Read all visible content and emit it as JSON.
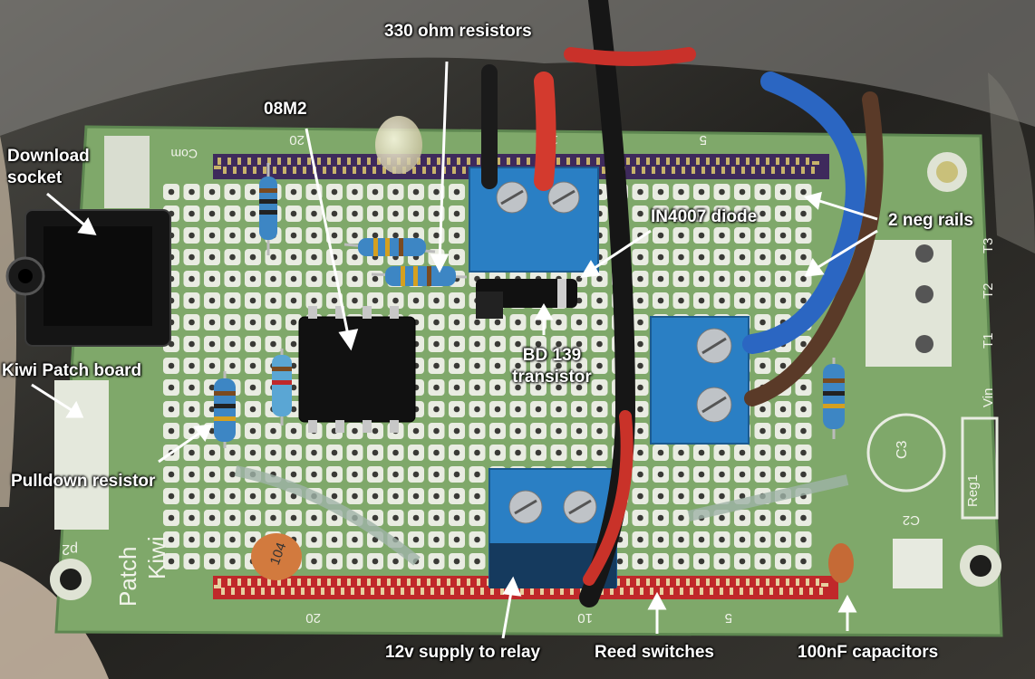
{
  "labels": {
    "resistors_330": "330 ohm resistors",
    "chip": "08M2",
    "download_socket_line1": "Download",
    "download_socket_line2": "socket",
    "diode": "IN4007 diode",
    "neg_rails": "2 neg rails",
    "transistor_line1": "BD 139",
    "transistor_line2": "transistor",
    "board": "Kiwi Patch board",
    "pulldown": "Pulldown resistor",
    "supply": "12v supply to relay",
    "reed": "Reed switches",
    "capacitors": "100nF capacitors"
  },
  "silkscreen": {
    "brand_line1": "Kiwi",
    "brand_line2": "Patch",
    "com": "Com",
    "p2": "p2",
    "reg1": "Reg1",
    "c3": "C3",
    "c2": "C2",
    "vin": "Vin",
    "t1": "T1",
    "t2": "T2",
    "t3": "T3",
    "cap_code": "104",
    "num_20_top": "20",
    "num_10_top": "10",
    "num_5_top": "5",
    "num_20_bottom": "20",
    "num_10_bottom": "10",
    "num_5_bottom": "5"
  },
  "colors": {
    "board": "#7fa86a",
    "board_dark": "#5f8a52",
    "purple_rail": "#3e2a5c",
    "red_rail": "#c0282a",
    "terminal_blue": "#2a7fc4",
    "wire_blue": "#2b66c2",
    "wire_red": "#d33a2e",
    "wire_brown": "#5a3a28",
    "label_text": "#ffffff"
  }
}
